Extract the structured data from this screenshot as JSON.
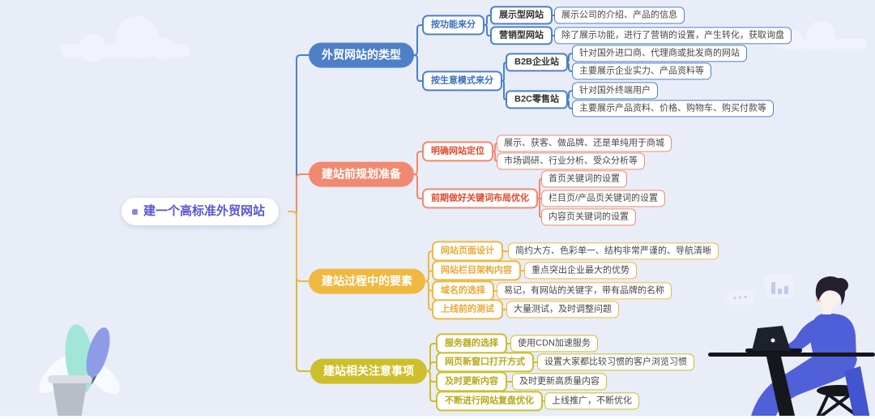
{
  "title": "建一个高标准外贸网站思维导图",
  "colors": {
    "background": "#e9edf8",
    "central_text": "#5857d6",
    "branch_blue": "#4e80c8",
    "branch_salmon": "#ef8a70",
    "branch_gold": "#f0b840",
    "branch_olive": "#cdbf2b"
  },
  "central": {
    "label": "建一个高标准外贸网站"
  },
  "branches": [
    {
      "label": "外贸网站的类型",
      "color": "#4e80c8",
      "children": [
        {
          "label": "按功能来分",
          "children": [
            {
              "label": "展示型网站",
              "leaves": [
                "展示公司的介绍、产品的信息"
              ]
            },
            {
              "label": "营销型网站",
              "leaves": [
                "除了展示功能，进行了营销的设置，产生转化，获取询盘"
              ]
            }
          ]
        },
        {
          "label": "按生意模式来分",
          "children": [
            {
              "label": "B2B企业站",
              "leaves": [
                "针对国外进口商、代理商或批发商的网站",
                "主要展示企业实力、产品资料等"
              ]
            },
            {
              "label": "B2C零售站",
              "leaves": [
                "针对国外终端用户",
                "主要展示产品资料、价格、购物车、购买付款等"
              ]
            }
          ]
        }
      ]
    },
    {
      "label": "建站前规划准备",
      "color": "#ef8a70",
      "children": [
        {
          "label": "明确网站定位",
          "leaves": [
            "展示、获客、做品牌、还是单纯用于商城",
            "市场调研、行业分析、受众分析等"
          ]
        },
        {
          "label": "前期做好关键词布局优化",
          "leaves": [
            "首页关键词的设置",
            "栏目页/产品页关键词的设置",
            "内容页关键词的设置"
          ]
        }
      ]
    },
    {
      "label": "建站过程中的要素",
      "color": "#f0b840",
      "children": [
        {
          "label": "网站页面设计",
          "leaves": [
            "简约大方、色彩单一、结构非常严谨的、导航清晰"
          ]
        },
        {
          "label": "网站栏目架构内容",
          "leaves": [
            "重点突出企业最大的优势"
          ]
        },
        {
          "label": "域名的选择",
          "leaves": [
            "易记，有网站的关键字，带有品牌的名称"
          ]
        },
        {
          "label": "上线前的测试",
          "leaves": [
            "大量测试，及时调整问题"
          ]
        }
      ]
    },
    {
      "label": "建站相关注意事项",
      "color": "#cdbf2b",
      "children": [
        {
          "label": "服务器的选择",
          "leaves": [
            "使用CDN加速服务"
          ]
        },
        {
          "label": "网页新窗口打开方式",
          "leaves": [
            "设置大家都比较习惯的客户浏览习惯"
          ]
        },
        {
          "label": "及时更新内容",
          "leaves": [
            "及时更新高质量内容"
          ]
        },
        {
          "label": "不断进行网站复盘优化",
          "leaves": [
            "上线推广，不断优化"
          ]
        }
      ]
    }
  ],
  "decor": {
    "sort_badge_glyphs": "▲●▼"
  }
}
